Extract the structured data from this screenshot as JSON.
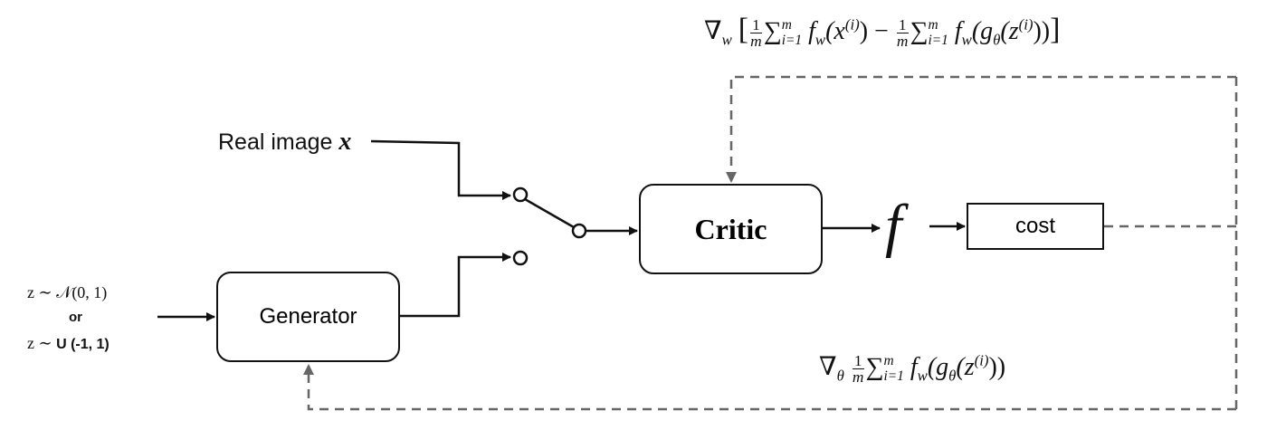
{
  "inputs": {
    "real_image_text": "Real image",
    "real_image_var": "x",
    "noise_normal": "z ∼ 𝒩(0, 1)",
    "noise_or": "or",
    "noise_uniform_prefix": "z ∼ ",
    "noise_uniform": "U (-1, 1)"
  },
  "boxes": {
    "generator": "Generator",
    "critic": "Critic",
    "cost": "cost"
  },
  "critic_output": "f",
  "gradients": {
    "critic_grad": {
      "nabla": "∇",
      "sub": "w",
      "open": "[",
      "frac_num": "1",
      "frac_den": "m",
      "sum": "∑",
      "sum_top": "m",
      "sum_bottom": "i=1",
      "term1": "f",
      "term1_sub": "w",
      "term1_arg": "(x",
      "term1_sup": "(i)",
      "term1_close": ")",
      "minus": " − ",
      "frac2_num": "1",
      "frac2_den": "m",
      "sum2": "∑",
      "sum2_top": "m",
      "sum2_bottom": "i=1",
      "term2": "f",
      "term2_sub": "w",
      "term2_arg": "(g",
      "term2_gsub": "θ",
      "term2_inner": "(z",
      "term2_sup": "(i)",
      "term2_close": "))",
      "close": "]"
    },
    "generator_grad": {
      "nabla": "∇",
      "sub": "θ",
      "frac_num": "1",
      "frac_den": "m",
      "sum": "∑",
      "sum_top": "m",
      "sum_bottom": "i=1",
      "term": "f",
      "term_sub": "w",
      "term_arg": "(g",
      "term_gsub": "θ",
      "term_inner": "(z",
      "term_sup": "(i)",
      "term_close": "))"
    }
  }
}
